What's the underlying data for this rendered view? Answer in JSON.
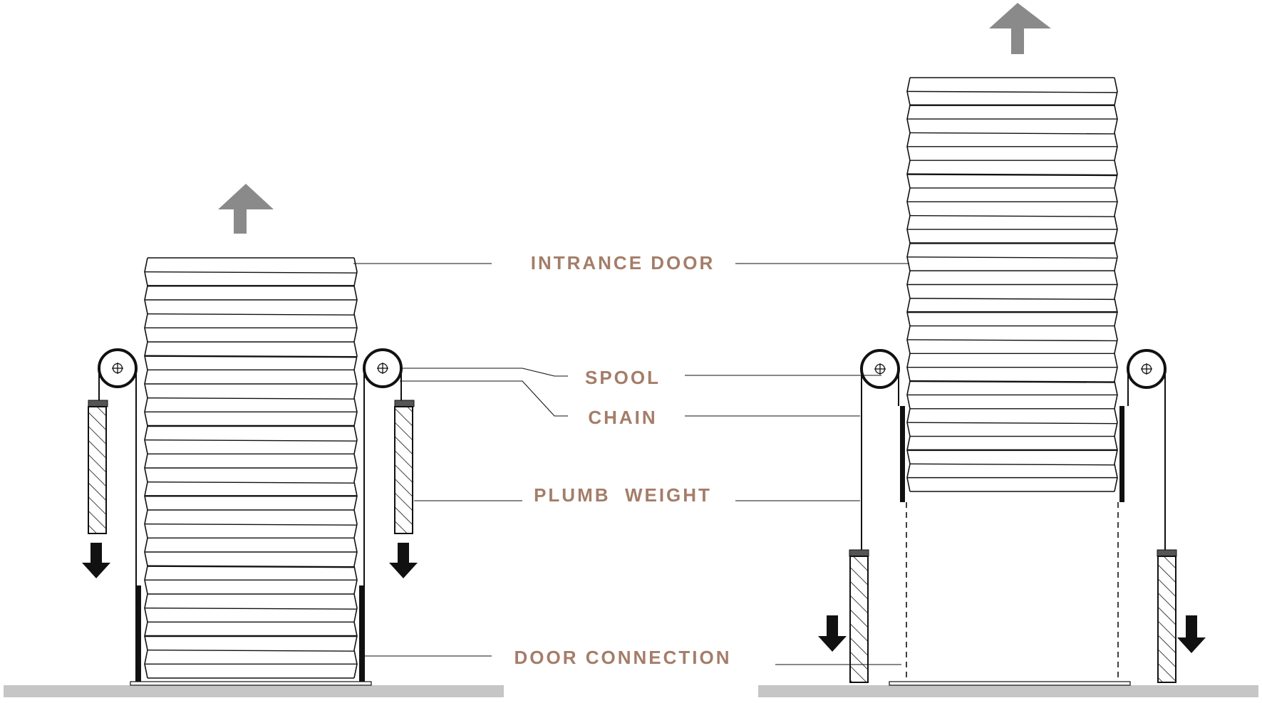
{
  "labels": {
    "intrance_door": "INTRANCE DOOR",
    "spool": "SPOOL",
    "chain": "CHAIN",
    "plumb_weight": "PLUMB  WEIGHT",
    "door_connection": "DOOR CONNECTION"
  },
  "states": [
    {
      "id": "closed",
      "door_lifted": false
    },
    {
      "id": "open",
      "door_lifted": true
    }
  ],
  "colors": {
    "label": "#a47d69",
    "line": "#111111",
    "arrow_up": "#8a8a8a",
    "arrow_down": "#111111",
    "ground": "#c6c6c6"
  }
}
